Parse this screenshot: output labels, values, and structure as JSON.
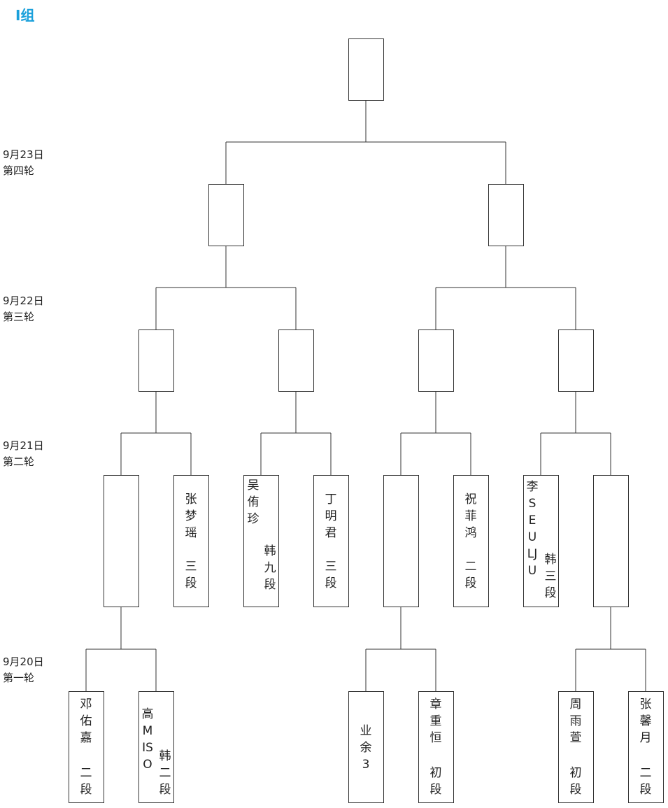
{
  "title": "I组",
  "rounds": [
    {
      "date": "9月23日",
      "label": "第四轮"
    },
    {
      "date": "9月22日",
      "label": "第三轮"
    },
    {
      "date": "9月21日",
      "label": "第二轮"
    },
    {
      "date": "9月20日",
      "label": "第一轮"
    }
  ],
  "round2": [
    {
      "name": "",
      "rank": ""
    },
    {
      "name": "张梦瑶",
      "rank": "三段"
    },
    {
      "name": "吴侑珍",
      "rank": "韩九段"
    },
    {
      "name": "丁明君",
      "rank": "三段"
    },
    {
      "name": "",
      "rank": ""
    },
    {
      "name": "祝菲鸿",
      "rank": "二段"
    },
    {
      "name": "李SEULJU",
      "rank": "韩三段"
    },
    {
      "name": "",
      "rank": ""
    }
  ],
  "round1": [
    {
      "name": "邓佑嘉",
      "rank": "二段"
    },
    {
      "name": "高MISO",
      "rank": "韩二段"
    },
    {
      "name": "业余3",
      "rank": ""
    },
    {
      "name": "章重恒",
      "rank": "初段"
    },
    {
      "name": "周雨萱",
      "rank": "初段"
    },
    {
      "name": "张馨月",
      "rank": "二段"
    }
  ]
}
